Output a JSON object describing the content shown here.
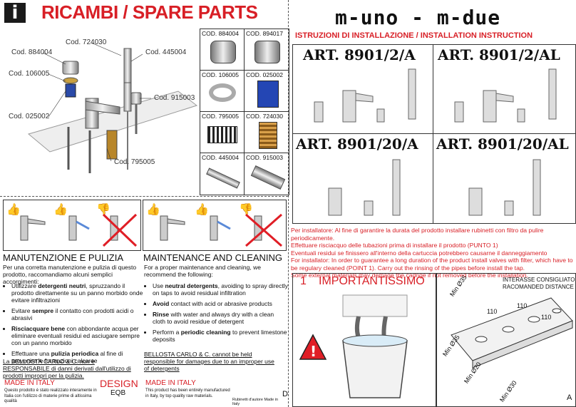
{
  "left": {
    "header_icon": "i",
    "title": "RICAMBI / SPARE PARTS",
    "callouts": [
      "Cod. 884004",
      "Cod. 724030",
      "Cod. 445004",
      "Cod. 106005",
      "Cod. 915003",
      "Cod. 025002",
      "Cod. 795005"
    ],
    "codes": [
      "COD. 884004",
      "COD. 894017",
      "COD. 106005",
      "COD. 025002",
      "COD. 795005",
      "COD. 724030",
      "COD. 445004",
      "COD. 915003"
    ]
  },
  "maintenance_it": {
    "title": "MANUTENZIONE E PULIZIA",
    "intro": "Per una corretta manutenzione e pulizia di questo prodotto, raccomandiamo alcuni semplici accorgimenti:",
    "items": [
      {
        "pre": "Utilizzare ",
        "bold": "detergenti neutri",
        "post": ", spruzzando il prodotto direttamente su un panno morbido onde evitare infiltrazioni"
      },
      {
        "pre": "Evitare ",
        "bold": "sempre",
        "post": " il contatto con prodotti acidi o abrasivi"
      },
      {
        "pre": "",
        "bold": "Risciacquare bene",
        "post": " con abbondante acqua per eliminare eventuali residui ed asciugare sempre con un panno morbido"
      },
      {
        "pre": "Effettuare una ",
        "bold": "pulizia periodica",
        "post": " al fine di prevenire le formazioni calcaree"
      }
    ],
    "disclaimer": "La BELLOSTA CARLO & C. non è RESPONSABILE di danni derivati dall'utilizzo di prodotti impropri per la pulizia.",
    "made": "MADE IN ITALY",
    "made_text": "Questo prodotto è stato realizzato interamente in Italia con l'utilizzo di materie prime di altissima qualità",
    "design": "DESIGN",
    "design_sub": "EQB"
  },
  "maintenance_en": {
    "title": "MAINTENANCE AND CLEANING",
    "intro": "For a proper maintenance and cleaning, we recommend the following:",
    "items": [
      {
        "pre": "Use ",
        "bold": "neutral detergents",
        "post": ", avoiding to spray directly on taps to avoid residual infiltration"
      },
      {
        "pre": "",
        "bold": "Avoid",
        "post": " contact with acid or abrasive products"
      },
      {
        "pre": "",
        "bold": "Rinse",
        "post": " with water and always dry with a clean cloth to avoid residue of detergent"
      },
      {
        "pre": "Perform a ",
        "bold": "periodic cleaning",
        "post": " to prevent limestone deposits"
      }
    ],
    "disclaimer": "BELLOSTA CARLO & C. cannot be held responsible for damages due to an improper use of detergents",
    "made": "MADE IN ITALY",
    "made_text": "This product has been entirely manufactured in Italy, by top quality raw materials.",
    "rubinetti": "Rubinetti d'autore Made in Italy",
    "page_letter": "D"
  },
  "right": {
    "title": "m-uno - m-due",
    "subtitle": "ISTRUZIONI DI INSTALLAZIONE / INSTALLATION INSTRUCTION",
    "articles": [
      "ART. 8901/2/A",
      "ART. 8901/2/AL",
      "ART. 8901/20/A",
      "ART. 8901/20/AL"
    ],
    "warnings": [
      "Per installatore: Al fine di garantire la durata del prodotto installare rubinetti con filtro da pulire periodicamente.",
      "Effettuare risciacquo delle tubazioni prima di installare il prodotto (PUNTO 1)",
      "Eventuali residui se finissero all'interno della cartuccia potrebbero causarne il danneggiamento",
      "For installator: In order to guarantee a long duration of the product install valves with filter, which have to be regulary cleaned (POINT 1). Carry out the rinsing of the pipes before install the tap.",
      "Some external materials may demage the cadrige if not removed before the  installation."
    ],
    "step_number": "1",
    "step_title": "IMPORTANTISSIMO",
    "interasse": "INTERASSE CONSIGLIATO",
    "interasse_en": "RACOMANDED DISTANCE",
    "dims": [
      "110",
      "110",
      "110"
    ],
    "mins": [
      "Min Ø35",
      "Min Ø35",
      "Min Ø20",
      "Min Ø30"
    ],
    "page_letter": "A"
  }
}
